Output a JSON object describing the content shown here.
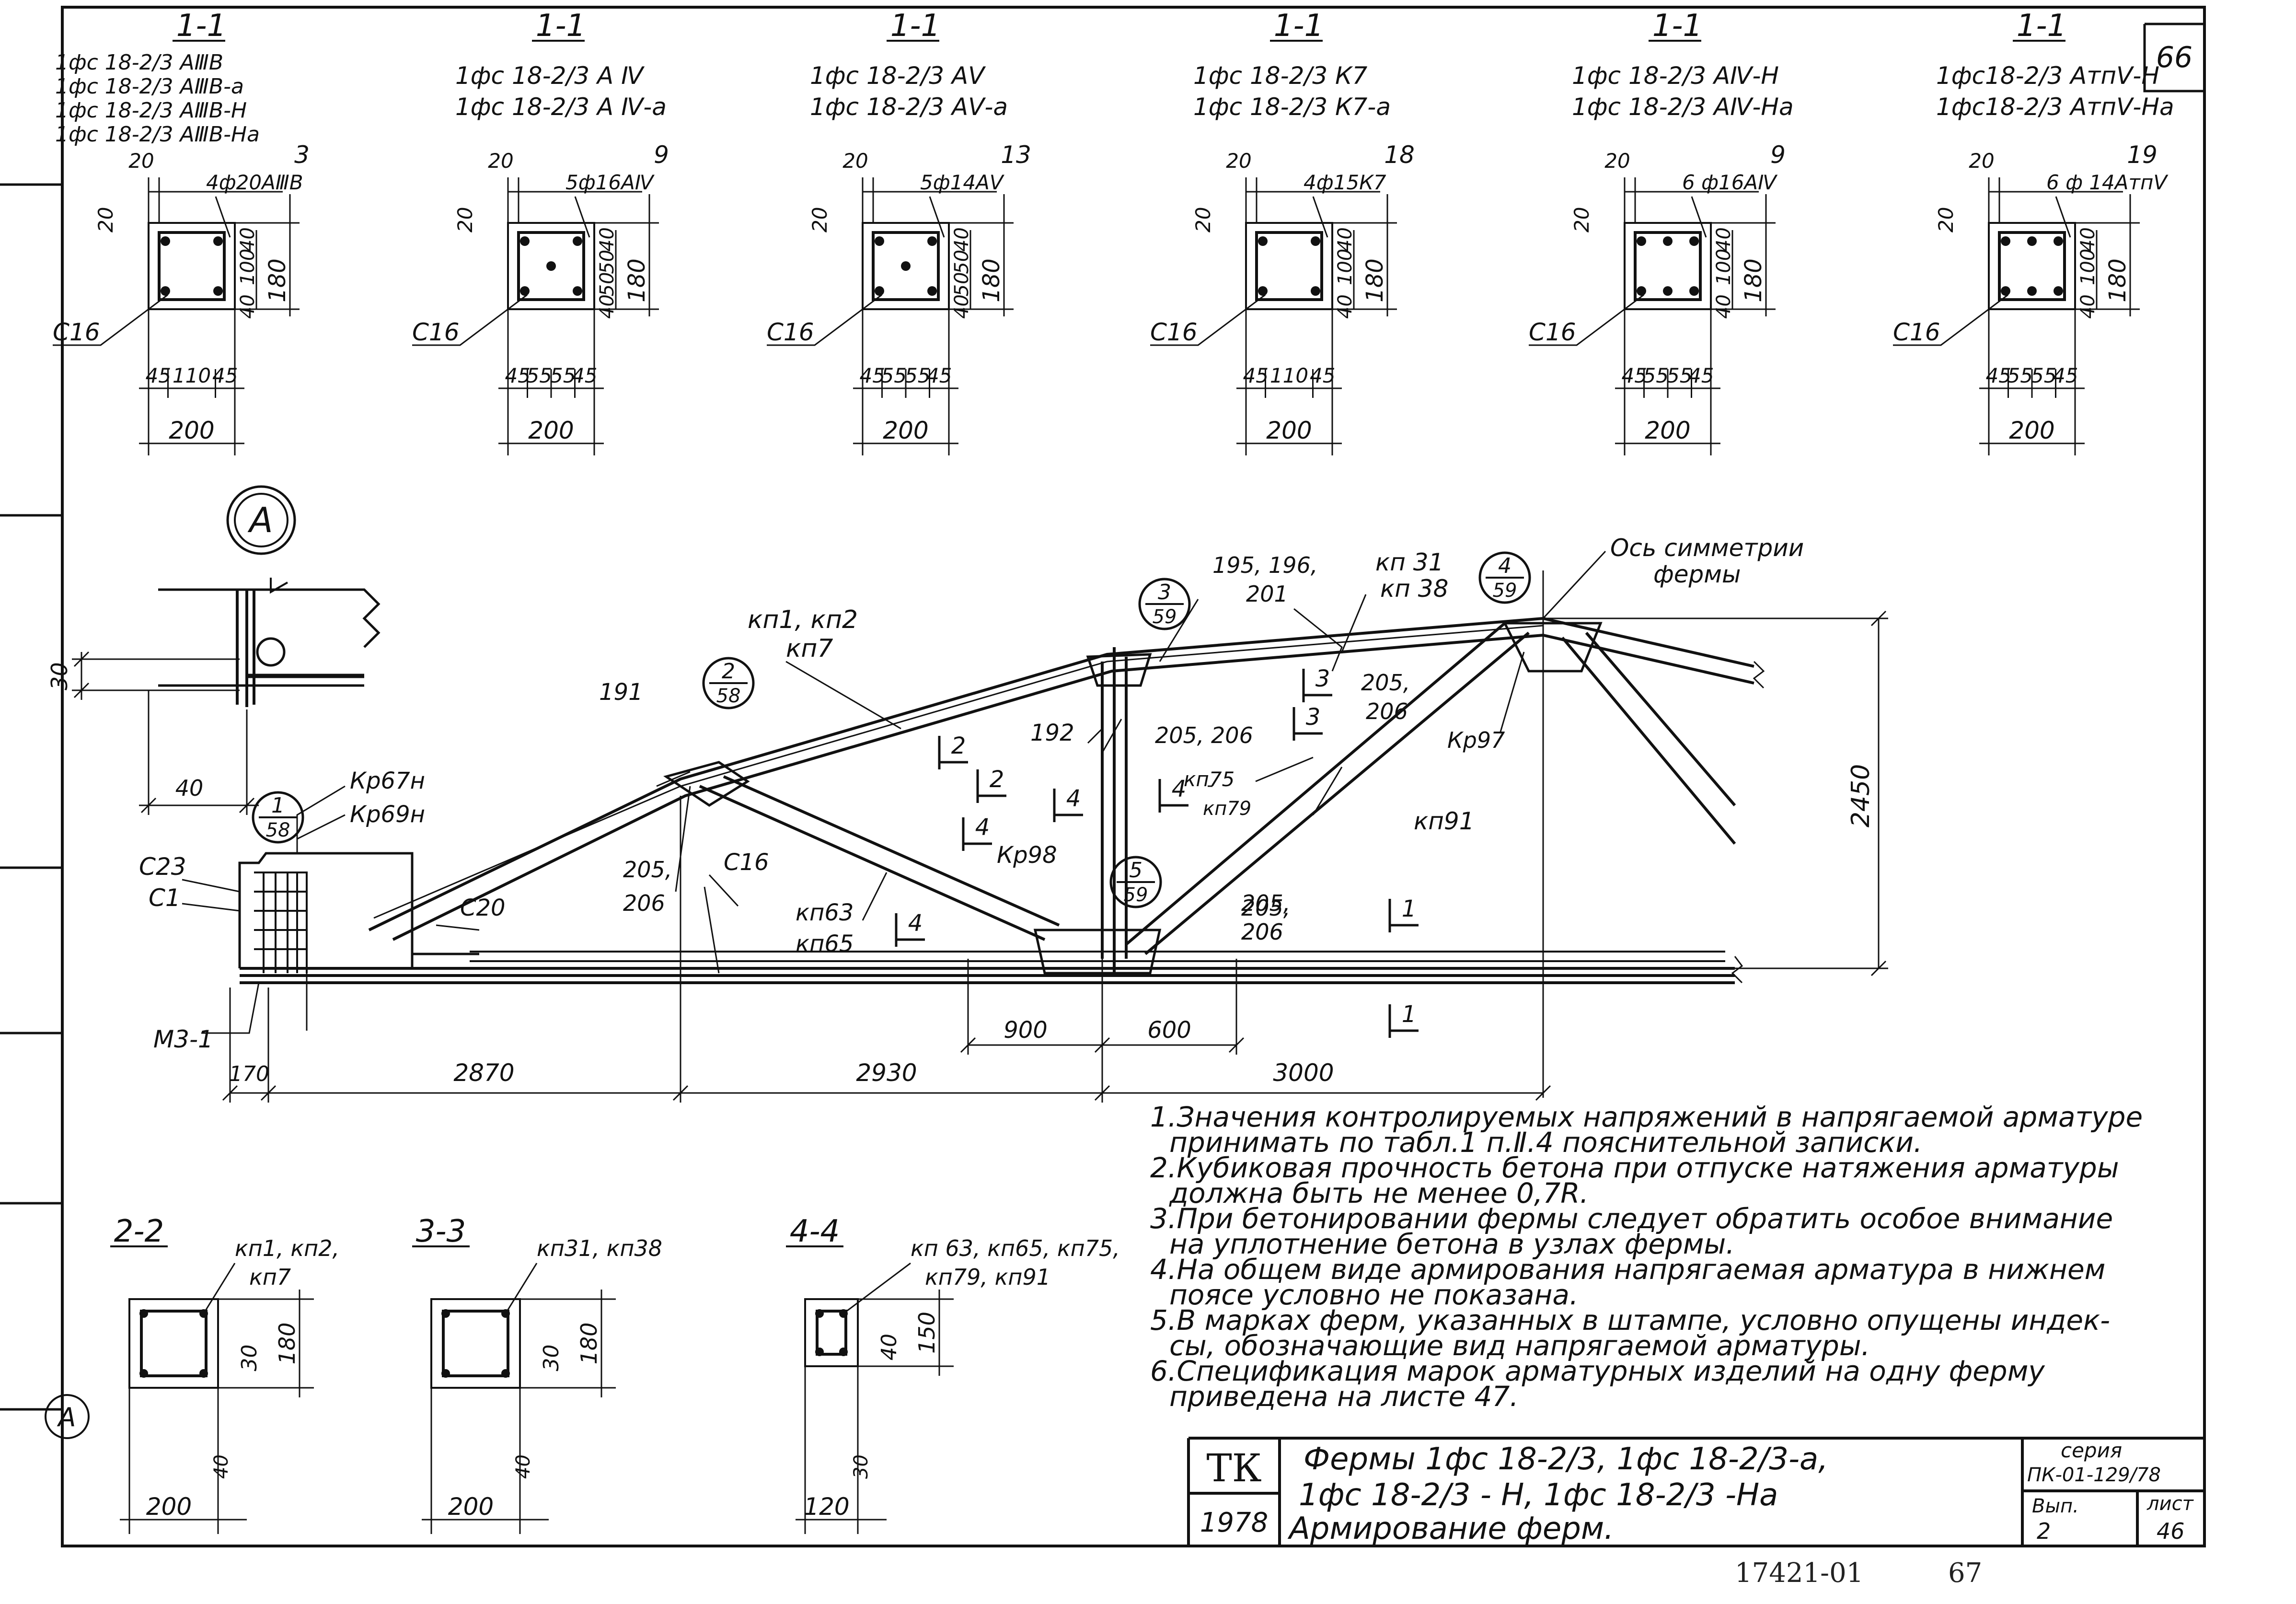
{
  "sheet_number": "66",
  "sections": [
    {
      "title": "1-1",
      "marks": [
        "1фс 18-2/3 АⅢВ",
        "1фс 18-2/3 АⅢВ-а",
        "1фс 18-2/3 АⅢВ-Н",
        "1фс 18-2/3 АⅢВ-На"
      ],
      "pos": "3",
      "bars": "4ф20АⅢВ",
      "stirrup": "С16",
      "dim_w": "200",
      "dim_parts": [
        "45",
        "110",
        "45"
      ],
      "dim_v": [
        "20",
        "40",
        "100",
        "40"
      ],
      "dim_h": "180",
      "top": "20",
      "side": "20"
    },
    {
      "title": "1-1",
      "marks": [
        "1фс 18-2/3 А Ⅳ",
        "1фс 18-2/3 А Ⅳ-а"
      ],
      "pos": "9",
      "bars": "5ф16АⅣ",
      "stirrup": "С16",
      "dim_w": "200",
      "dim_parts": [
        "45",
        "55",
        "55",
        "45"
      ],
      "dim_v": [
        "20",
        "40",
        "50",
        "50",
        "40"
      ],
      "dim_h": "180",
      "top": "20",
      "side": "20"
    },
    {
      "title": "1-1",
      "marks": [
        "1фс 18-2/3 АⅤ",
        "1фс 18-2/3 АⅤ-а"
      ],
      "pos": "13",
      "bars": "5ф14АⅤ",
      "stirrup": "С16",
      "dim_w": "200",
      "dim_parts": [
        "45",
        "55",
        "55",
        "45"
      ],
      "dim_v": [
        "20",
        "40",
        "50",
        "50",
        "40"
      ],
      "dim_h": "180",
      "top": "20",
      "side": "20"
    },
    {
      "title": "1-1",
      "marks": [
        "1фс 18-2/3 К7",
        "1фс 18-2/3 К7-а"
      ],
      "pos": "18",
      "bars": "4ф15К7",
      "stirrup": "С16",
      "dim_w": "200",
      "dim_parts": [
        "45",
        "110",
        "45"
      ],
      "dim_v": [
        "20",
        "40",
        "100",
        "40"
      ],
      "dim_h": "180",
      "top": "20",
      "side": "20"
    },
    {
      "title": "1-1",
      "marks": [
        "1фс 18-2/3 АⅣ-Н",
        "1фс 18-2/3 АⅣ-На"
      ],
      "pos": "9",
      "bars": "6 ф16АⅣ",
      "stirrup": "С16",
      "dim_w": "200",
      "dim_parts": [
        "45",
        "55",
        "55",
        "45"
      ],
      "dim_v": [
        "20",
        "40",
        "100",
        "40"
      ],
      "dim_h": "180",
      "top": "20",
      "side": "20"
    },
    {
      "title": "1-1",
      "marks": [
        "1фс18-2/3 АтпⅤ-Н",
        "1фс18-2/3 АтпⅤ-На"
      ],
      "pos": "19",
      "bars": "6 ф 14АтпⅤ",
      "stirrup": "С16",
      "dim_w": "200",
      "dim_parts": [
        "45",
        "55",
        "55",
        "45"
      ],
      "dim_v": [
        "20",
        "40",
        "100",
        "40"
      ],
      "dim_h": "180",
      "top": "20",
      "side": "20"
    }
  ],
  "node_a": {
    "label": "А",
    "dim_h": "30",
    "dim_w": "40"
  },
  "truss": {
    "axis_label_1": "Ось симметрии",
    "axis_label_2": "фермы",
    "labels": [
      {
        "id": "kp67",
        "text": "Кр67н"
      },
      {
        "id": "kp69",
        "text": "Кр69н"
      },
      {
        "id": "c23",
        "text": "С23"
      },
      {
        "id": "c1",
        "text": "С1"
      },
      {
        "id": "m31",
        "text": "М3-1"
      },
      {
        "id": "c20",
        "text": "С20"
      },
      {
        "id": "c16",
        "text": "С16"
      },
      {
        "id": "p191",
        "text": "191"
      },
      {
        "id": "p205a",
        "text": "205,"
      },
      {
        "id": "p206a",
        "text": "206"
      },
      {
        "id": "p205b",
        "text": "205,"
      },
      {
        "id": "p206b",
        "text": "206"
      },
      {
        "id": "kn1",
        "text": "кп1, кп2"
      },
      {
        "id": "kn7",
        "text": "кп7"
      },
      {
        "id": "kn63",
        "text": "кп63"
      },
      {
        "id": "kn65",
        "text": "кп65"
      },
      {
        "id": "kp98",
        "text": "Кр98"
      },
      {
        "id": "p192",
        "text": "192"
      },
      {
        "id": "p205206",
        "text": "205, 206"
      },
      {
        "id": "p195",
        "text": "195, 196,"
      },
      {
        "id": "p201",
        "text": "201"
      },
      {
        "id": "kn31",
        "text": "кп 31"
      },
      {
        "id": "kn38",
        "text": "кп 38"
      },
      {
        "id": "kn75",
        "text": "кп75"
      },
      {
        "id": "kn79",
        "text": "кп79"
      },
      {
        "id": "p205c",
        "text": "205,"
      },
      {
        "id": "p206c",
        "text": "206"
      },
      {
        "id": "kp97",
        "text": "Кр97"
      },
      {
        "id": "kn91",
        "text": "кп91"
      },
      {
        "id": "p205d",
        "text": "205,"
      },
      {
        "id": "p206d",
        "text": "206"
      }
    ],
    "node_refs": [
      {
        "num": "1",
        "sheet": "58"
      },
      {
        "num": "2",
        "sheet": "58"
      },
      {
        "num": "3",
        "sheet": "59"
      },
      {
        "num": "4",
        "sheet": "59"
      },
      {
        "num": "5",
        "sheet": "59"
      }
    ],
    "cut_marks": [
      "1",
      "1",
      "2",
      "2",
      "3",
      "3",
      "4",
      "4",
      "4",
      "4"
    ],
    "dims": {
      "d170": "170",
      "d2870": "2870",
      "d2930": "2930",
      "d3000": "3000",
      "d900": "900",
      "d600": "600",
      "d2450": "2450"
    }
  },
  "small_sections": [
    {
      "title": "2-2",
      "marks": "кп1, кп2,",
      "marks2": "кп7",
      "dim_h": "180",
      "dim_s": "30",
      "dim_b": "40",
      "dim_w": "200"
    },
    {
      "title": "3-3",
      "marks": "кп31, кп38",
      "marks2": "",
      "dim_h": "180",
      "dim_s": "30",
      "dim_b": "40",
      "dim_w": "200"
    },
    {
      "title": "4-4",
      "marks": "кп 63, кп65, кп75,",
      "marks2": "кп79, кп91",
      "dim_h": "150",
      "dim_s": "40",
      "dim_b": "30",
      "dim_w": "120"
    }
  ],
  "bottom_a_label": "А",
  "notes": [
    "1.Значения контролируемых напряжений в напрягаемой арматуре",
    "принимать по табл.1 п.Ⅱ.4 пояснительной записки.",
    "2.Кубиковая прочность бетона при отпуске натяжения арматуры",
    "должна быть не менее 0,7R.",
    "3.При бетонировании фермы следует обратить особое внимание",
    "на уплотнение бетона в узлах фермы.",
    "4.На общем виде армирования напрягаемая арматура в нижнем",
    "поясе условно не показана.",
    "5.В марках ферм, указанных в штампе, условно опущены индек-",
    "сы, обозначающие вид напрягаемой арматуры.",
    "6.Спецификация марок арматурных изделий на одну ферму",
    "приведена на листе 47."
  ],
  "title_block": {
    "org": "ТК",
    "year": "1978",
    "line1": "Фермы 1фс 18-2/3,  1фс 18-2/3-а,",
    "line2": "1фс 18-2/3 - Н,  1фс 18-2/3 -На",
    "line3": "Армирование  ферм.",
    "series_label": "серия",
    "series": "ПК-01-129/78",
    "vyp_label": "Вып.",
    "vyp": "2",
    "list_label": "лист",
    "list": "46"
  },
  "footer_code": "17421-01",
  "footer_num": "67"
}
